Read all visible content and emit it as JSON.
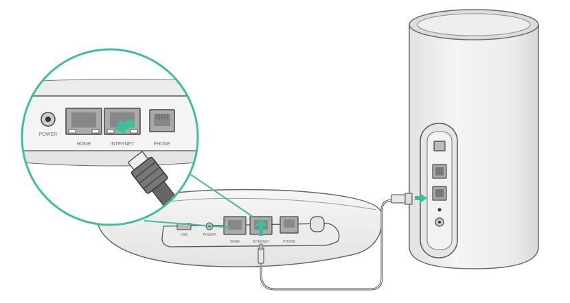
{
  "router_zoom": {
    "power_label": "POWER",
    "home_label": "HOME",
    "internet_label": "INTERNET",
    "phone_label": "PHONE"
  },
  "router": {
    "usb_label": "USB",
    "power_label": "POWER",
    "home_label": "HOME",
    "internet_label": "INTERNET",
    "phone_label": "PHONE"
  },
  "colors": {
    "accent": "#3dbf9f",
    "outline": "#555555",
    "body": "#ededed"
  },
  "icons": [
    "arrow-icon",
    "ethernet-plug-icon"
  ]
}
